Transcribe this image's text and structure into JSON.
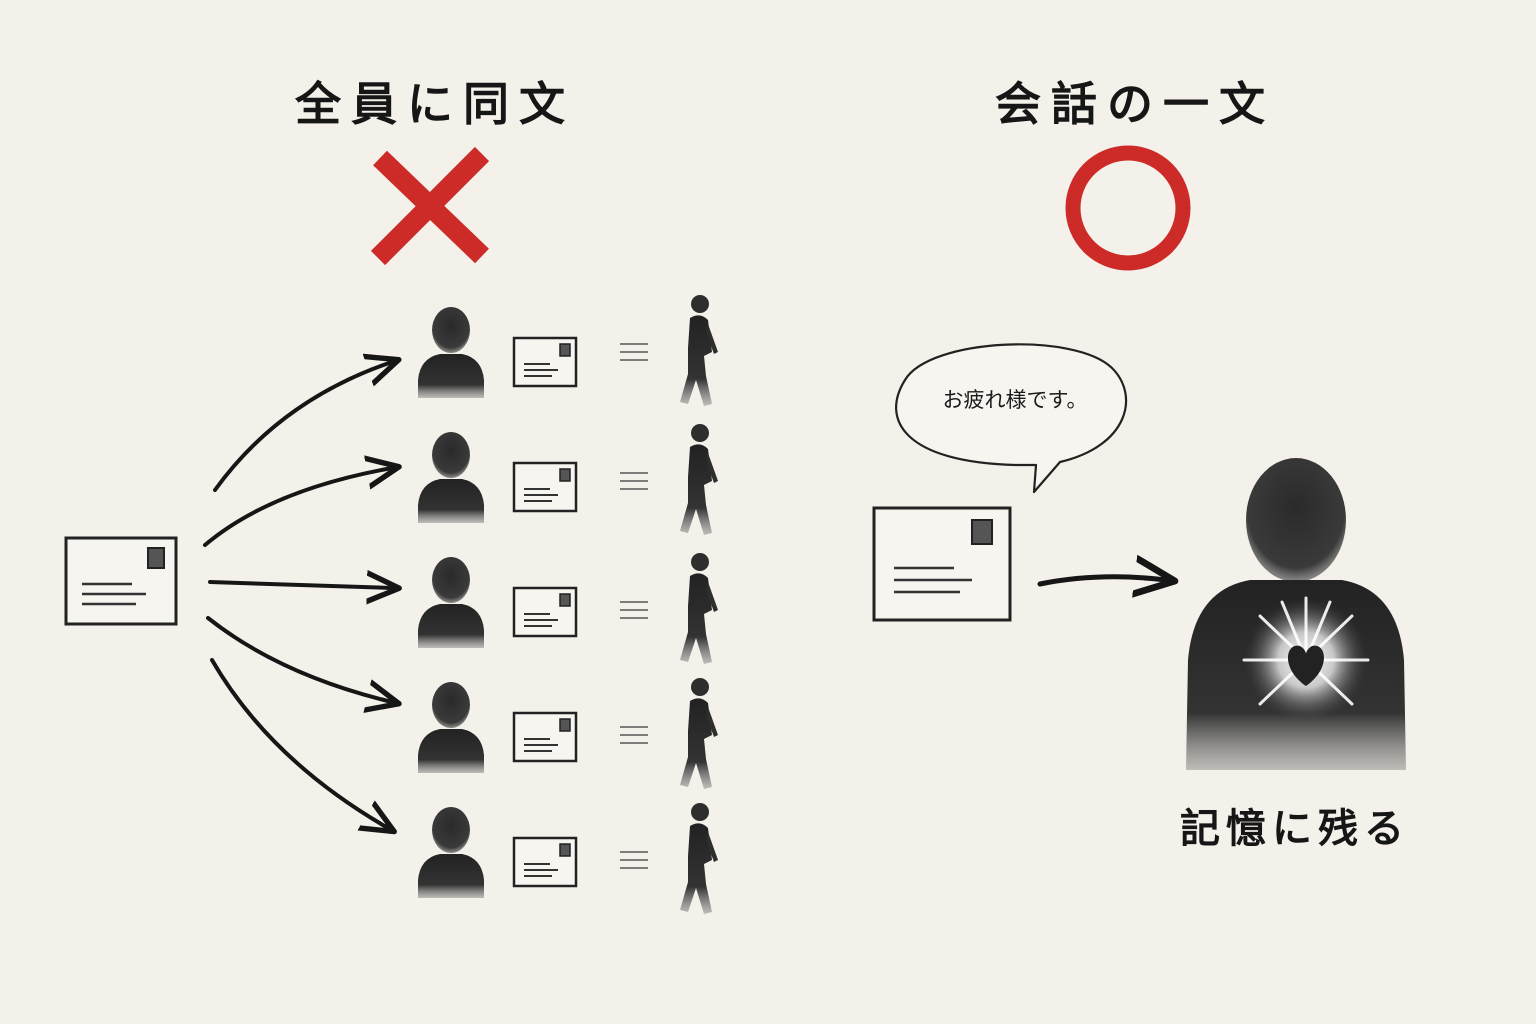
{
  "left_panel": {
    "title": "全員に同文",
    "mark": "cross",
    "mark_color": "#cc2b27",
    "recipient_count": 5,
    "icons": [
      "envelope-icon",
      "person-silhouette-icon",
      "walking-person-icon",
      "arrow-icon"
    ]
  },
  "right_panel": {
    "title": "会話の一文",
    "mark": "circle",
    "mark_color": "#cc2b27",
    "speech_bubble": "お疲れ様です。",
    "caption": "記憶に残る",
    "icons": [
      "envelope-icon",
      "speech-bubble-icon",
      "arrow-icon",
      "person-bust-icon",
      "glowing-heart-icon"
    ]
  },
  "colors": {
    "background": "#f4f1ea",
    "ink": "#161616",
    "accent_red": "#cc2b27"
  }
}
